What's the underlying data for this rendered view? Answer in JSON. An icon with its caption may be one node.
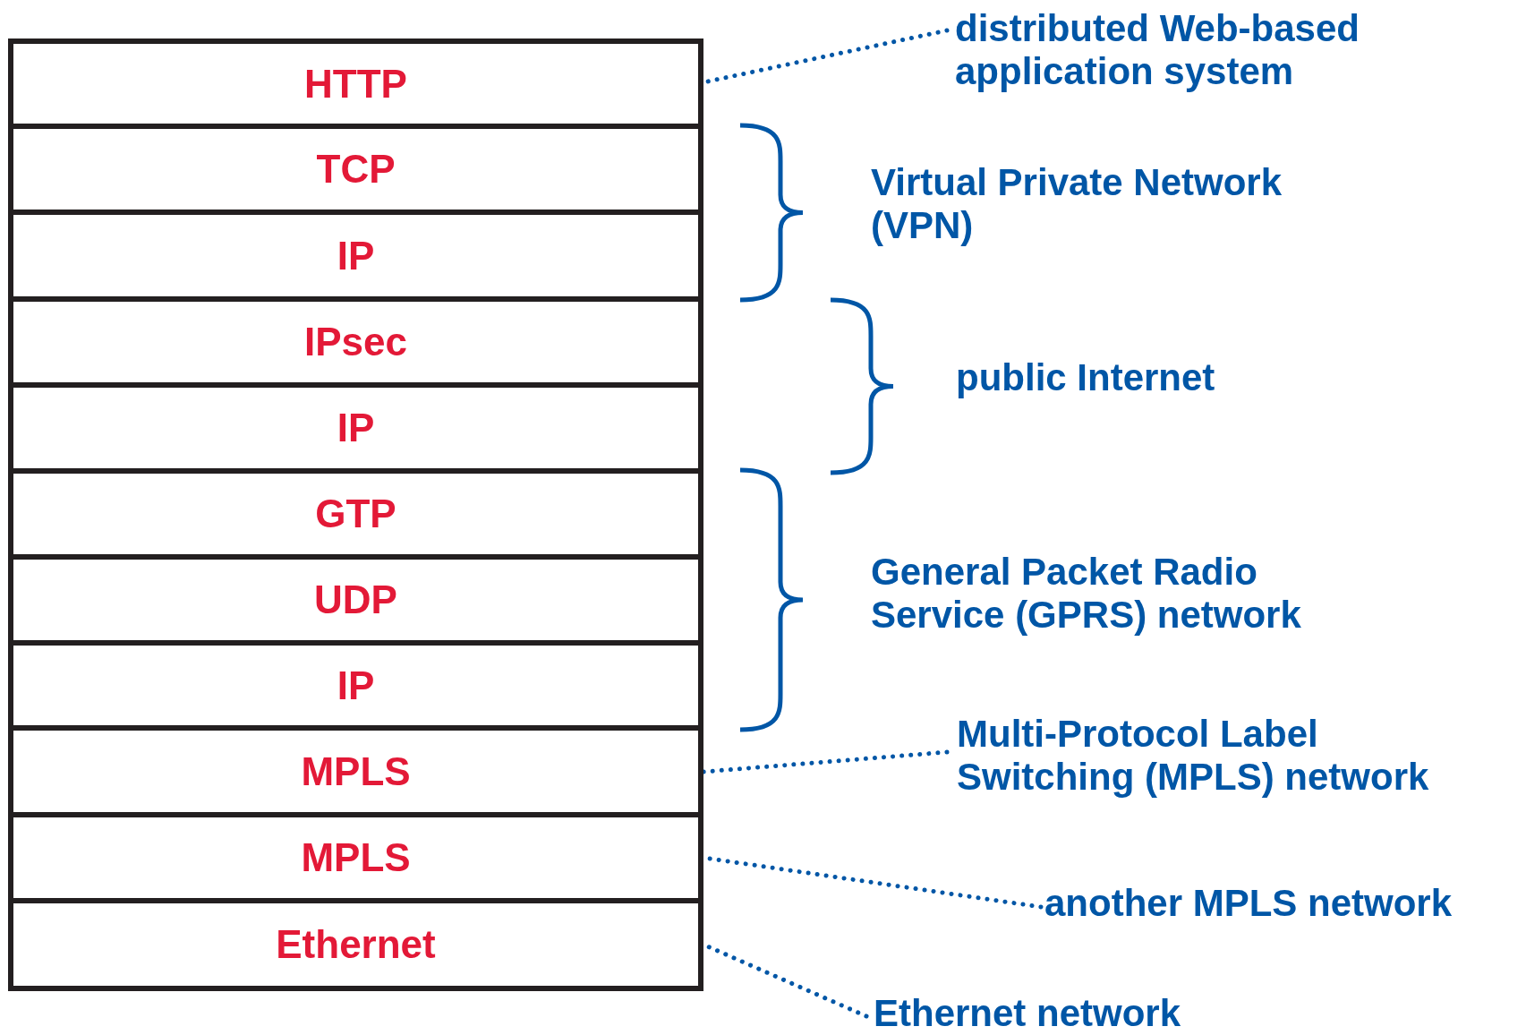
{
  "diagram": {
    "nodes": [
      {
        "text": [
          "HTTP"
        ]
      },
      {
        "text": [
          "TCP"
        ]
      },
      {
        "text": [
          "IP"
        ]
      },
      {
        "text": [
          "IPsec"
        ]
      },
      {
        "text": [
          "IP"
        ]
      },
      {
        "text": [
          "GTP"
        ]
      },
      {
        "text": [
          "UDP"
        ]
      },
      {
        "text": [
          "IP"
        ]
      },
      {
        "text": [
          "MPLS"
        ]
      },
      {
        "text": [
          "MPLS"
        ]
      },
      {
        "text": [
          "Ethernet"
        ]
      },
      {
        "text": [
          "distributed Web-based application system"
        ]
      },
      {
        "text": [
          "Multi-Protocol Label Switching (MPLS) network"
        ]
      },
      {
        "text": [
          "another MPLS network"
        ]
      },
      {
        "text": [
          "Ethernet network"
        ]
      }
    ],
    "edges": [
      {
        "from": 11,
        "to": 0,
        "arrow": "none"
      },
      {
        "from": 12,
        "to": 8,
        "arrow": "none"
      },
      {
        "from": 13,
        "to": 9,
        "arrow": "none"
      },
      {
        "from": 14,
        "to": 10,
        "arrow": "none"
      }
    ],
    "labels": [
      "Virtual Private Network (VPN)",
      "public Internet",
      "General Packet Radio Service (GPRS) network"
    ]
  }
}
